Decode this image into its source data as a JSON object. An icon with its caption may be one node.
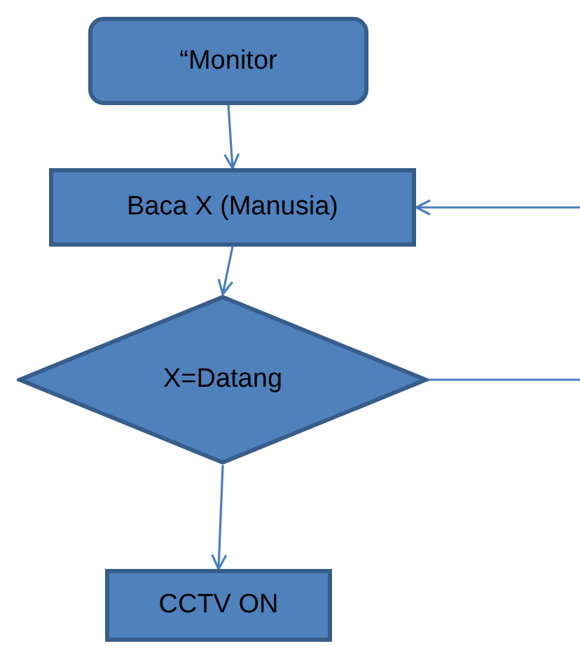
{
  "diagram": {
    "nodes": [
      {
        "text": [
          "“Monitor"
        ]
      },
      {
        "text": [
          "Baca X (Manusia)"
        ]
      },
      {
        "text": [
          "X=Datang"
        ]
      },
      {
        "text": [
          "CCTV ON"
        ]
      }
    ],
    "edges": [
      {
        "from": 0,
        "to": 1,
        "arrow": "to"
      },
      {
        "from": 1,
        "to": 2,
        "arrow": "to"
      },
      {
        "from": 2,
        "to": 3,
        "arrow": "to"
      },
      {
        "from": null,
        "to": 1,
        "arrow": "to"
      },
      {
        "from": 2,
        "to": null,
        "arrow": "none"
      }
    ]
  }
}
